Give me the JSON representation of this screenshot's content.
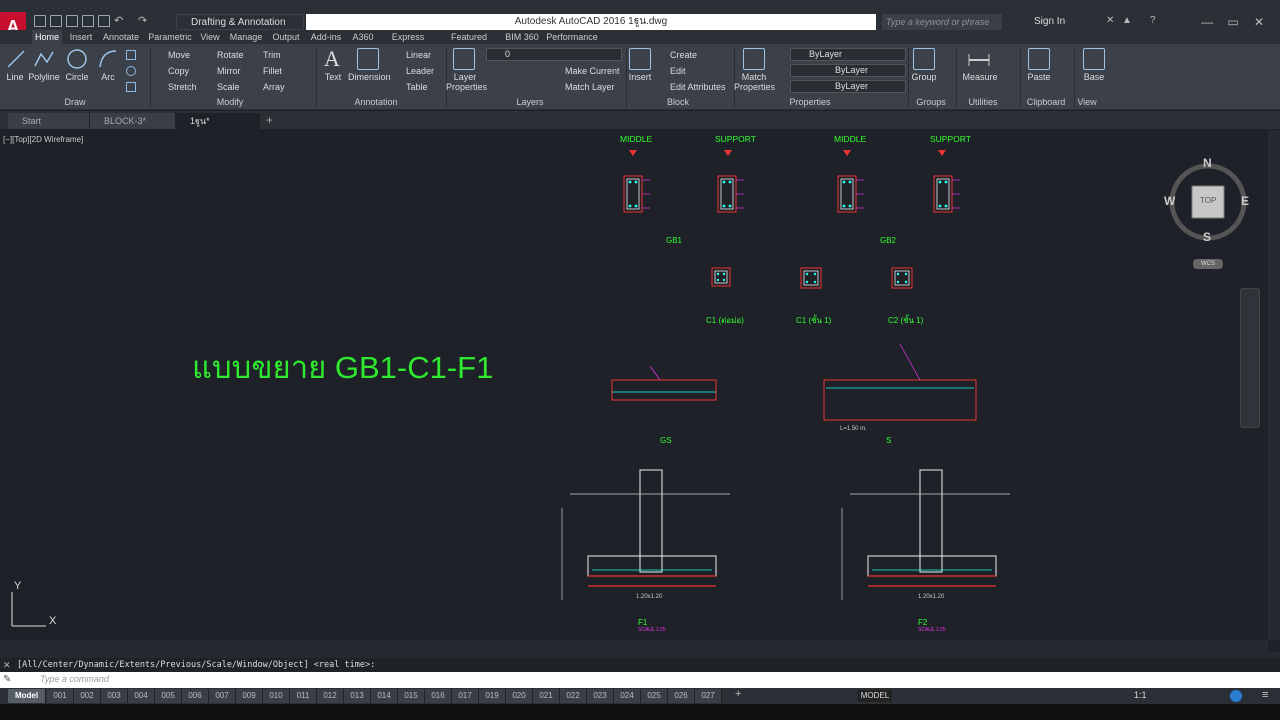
{
  "titlebar": {
    "app_logo": "A",
    "workspace": "Drafting & Annotation",
    "title": "Autodesk AutoCAD 2016   1ฐูน.dwg",
    "search_placeholder": "Type a keyword or phrase",
    "sign_in": "Sign In"
  },
  "ribbon_tabs": [
    "Home",
    "Insert",
    "Annotate",
    "Parametric",
    "View",
    "Manage",
    "Output",
    "Add-ins",
    "A360",
    "Express Tools",
    "Featured Apps",
    "BIM 360",
    "Performance"
  ],
  "ribbon": {
    "draw": {
      "label": "Draw",
      "line": "Line",
      "polyline": "Polyline",
      "circle": "Circle",
      "arc": "Arc"
    },
    "modify": {
      "label": "Modify",
      "move": "Move",
      "rotate": "Rotate",
      "trim": "Trim",
      "copy": "Copy",
      "mirror": "Mirror",
      "fillet": "Fillet",
      "stretch": "Stretch",
      "scale": "Scale",
      "array": "Array"
    },
    "annotation": {
      "label": "Annotation",
      "text": "Text",
      "dimension": "Dimension",
      "linear": "Linear",
      "leader": "Leader",
      "table": "Table"
    },
    "layers": {
      "label": "Layers",
      "layer_properties_1": "Layer",
      "layer_properties_2": "Properties",
      "layer_combo": "0",
      "make_current": "Make Current",
      "match_layer": "Match Layer"
    },
    "block": {
      "label": "Block",
      "insert": "Insert",
      "create": "Create",
      "edit": "Edit",
      "edit_attributes": "Edit Attributes"
    },
    "properties": {
      "label": "Properties",
      "match_1": "Match",
      "match_2": "Properties",
      "color": "ByLayer",
      "linetype": "ByLayer",
      "lineweight": "ByLayer"
    },
    "groups": {
      "label": "Groups",
      "group": "Group"
    },
    "utilities": {
      "label": "Utilities",
      "measure": "Measure"
    },
    "clipboard": {
      "label": "Clipboard",
      "paste": "Paste"
    },
    "view": {
      "label": "View",
      "base": "Base"
    }
  },
  "doc_tabs": [
    "Start",
    "BLOCK-3*",
    "1ฐูน*"
  ],
  "viewport": {
    "label": "[−][Top][2D Wireframe]",
    "title_thai": "แบบขยาย GB1-C1-F1",
    "viewcube": {
      "n": "N",
      "s": "S",
      "e": "E",
      "w": "W",
      "top": "TOP",
      "wcs": "WCS"
    },
    "ucs": {
      "x": "X",
      "y": "Y"
    },
    "sections": {
      "middle_1": "MIDDLE",
      "support_1": "SUPPORT",
      "middle_2": "MIDDLE",
      "support_2": "SUPPORT",
      "gb1": "GB1",
      "gb2": "GB2",
      "c1a": "C1 (ต่อม่อ)",
      "c1b": "C1 (ชั้น 1)",
      "c2": "C2 (ชั้น 1)",
      "gs": "GS",
      "s": "S",
      "f1": "F1",
      "f2": "F2",
      "scale_label": "SCALE  1:25",
      "footing_width_1": "1.20x1.20",
      "footing_width_2": "1.20x1.20",
      "slab_len": "L=1.50 m."
    }
  },
  "command": {
    "history": "[All/Center/Dynamic/Extents/Previous/Scale/Window/Object] <real time>:",
    "placeholder": "Type a command"
  },
  "layout_tabs": [
    "Model",
    "001",
    "002",
    "003",
    "004",
    "005",
    "006",
    "007",
    "009",
    "010",
    "011",
    "012",
    "013",
    "014",
    "015",
    "016",
    "017",
    "019",
    "020",
    "021",
    "022",
    "023",
    "024",
    "025",
    "026",
    "027"
  ],
  "status": {
    "model": "MODEL",
    "scale": "1:1"
  }
}
